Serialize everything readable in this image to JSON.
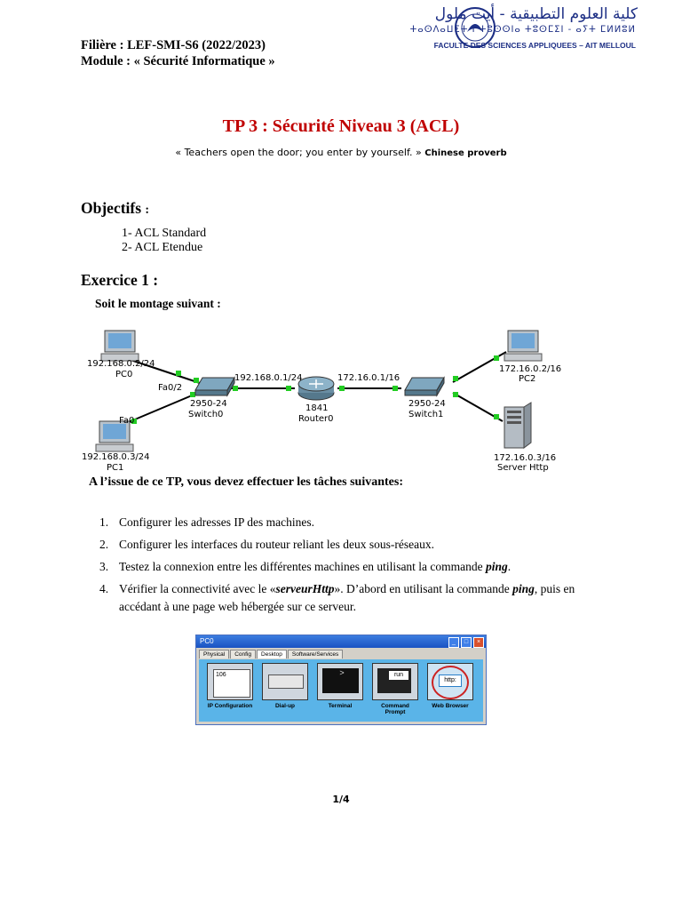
{
  "header": {
    "filiere": "Filière : LEF-SMI-S6 (2022/2023)",
    "module": "Module : « Sécurité Informatique »"
  },
  "logo": {
    "arabic": "كلية العلوم التطبيقية - أيت ملول",
    "tifinagh": "ⵜⴰⵙⴷⴰⵡⵉⵜ ⵏ ⵜⵓⵙⵙⵏⴰ ⵜⵓⵙⵎⵉⵏ - ⴰⵢⵜ ⵎⵍⵍⵓⵍ",
    "french": "FACULTE DES SCIENCES APPLIQUEES – AIT MELLOUL",
    "brand_color": "#1d2f85"
  },
  "title": "TP 3 : Sécurité Niveau 3 (ACL)",
  "title_color": "#c00000",
  "quote": {
    "text": "« Teachers open the door; you enter by yourself. »",
    "source": "Chinese proverb"
  },
  "objectives": {
    "heading": "Objectifs",
    "colon": ":",
    "items": [
      "1- ACL Standard",
      "2- ACL Etendue"
    ]
  },
  "exercise": {
    "heading": "Exercice 1 :",
    "setup": "Soit le montage suivant :"
  },
  "diagram": {
    "pc0_ip": "192.168.0.2/24",
    "pc0_name": "PC0",
    "pc1_ip": "192.168.0.3/24",
    "pc1_name": "PC1",
    "switch0_model": "2950-24",
    "switch0_name": "Switch0",
    "switch0_port": "Fa0/2",
    "pc1_port": "Fa0",
    "router_left_ip": "192.168.0.1/24",
    "router_right_ip": "172.16.0.1/16",
    "router_model": "1841",
    "router_name": "Router0",
    "switch1_model": "2950-24",
    "switch1_name": "Switch1",
    "pc2_ip": "172.16.0.2/16",
    "pc2_name": "PC2",
    "server_ip": "172.16.0.3/16",
    "server_name": "Server Http"
  },
  "tasks": {
    "heading": "A l’issue de ce TP, vous devez effectuer les tâches suivantes:",
    "items": [
      {
        "num": "1.",
        "text": "Configurer les adresses IP des machines."
      },
      {
        "num": "2.",
        "text": "Configurer les interfaces du routeur reliant les deux sous-réseaux."
      },
      {
        "num": "3.",
        "pre": "Testez la connexion entre les différentes machines en utilisant la commande ",
        "bold": "ping",
        "post": "."
      },
      {
        "num": "4.",
        "pre": "Vérifier la connectivité avec le «",
        "bold": "serveurHttp",
        "mid": "». D’abord en utilisant la commande ",
        "bold2": "ping",
        "post": ", puis en accédant à une page web hébergée sur ce serveur."
      }
    ]
  },
  "pc_window": {
    "title": "PC0",
    "tabs": [
      "Physical",
      "Config",
      "Desktop",
      "Software/Services"
    ],
    "active_tab": "Desktop",
    "tools": [
      {
        "label": "IP Configuration",
        "icon": "ip-config-icon",
        "glyph": "106"
      },
      {
        "label": "Dial-up",
        "icon": "dialup-icon"
      },
      {
        "label": "Terminal",
        "icon": "terminal-icon",
        "glyph": ">"
      },
      {
        "label": "Command Prompt",
        "icon": "command-prompt-icon",
        "glyph": "run"
      },
      {
        "label": "Web Browser",
        "icon": "web-browser-icon",
        "glyph": "http:"
      }
    ]
  },
  "page_number": "1/4"
}
